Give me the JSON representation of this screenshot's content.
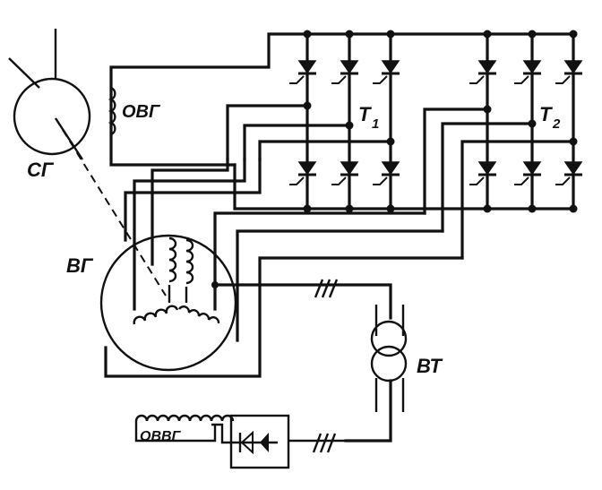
{
  "labels": {
    "sg": "СГ",
    "ovg": "ОВГ",
    "vg": "ВГ",
    "vt": "ВТ",
    "ovvg": "ОВВГ",
    "t1_letter": "T",
    "t1_index": "1",
    "t2_letter": "T",
    "t2_index": "2"
  }
}
